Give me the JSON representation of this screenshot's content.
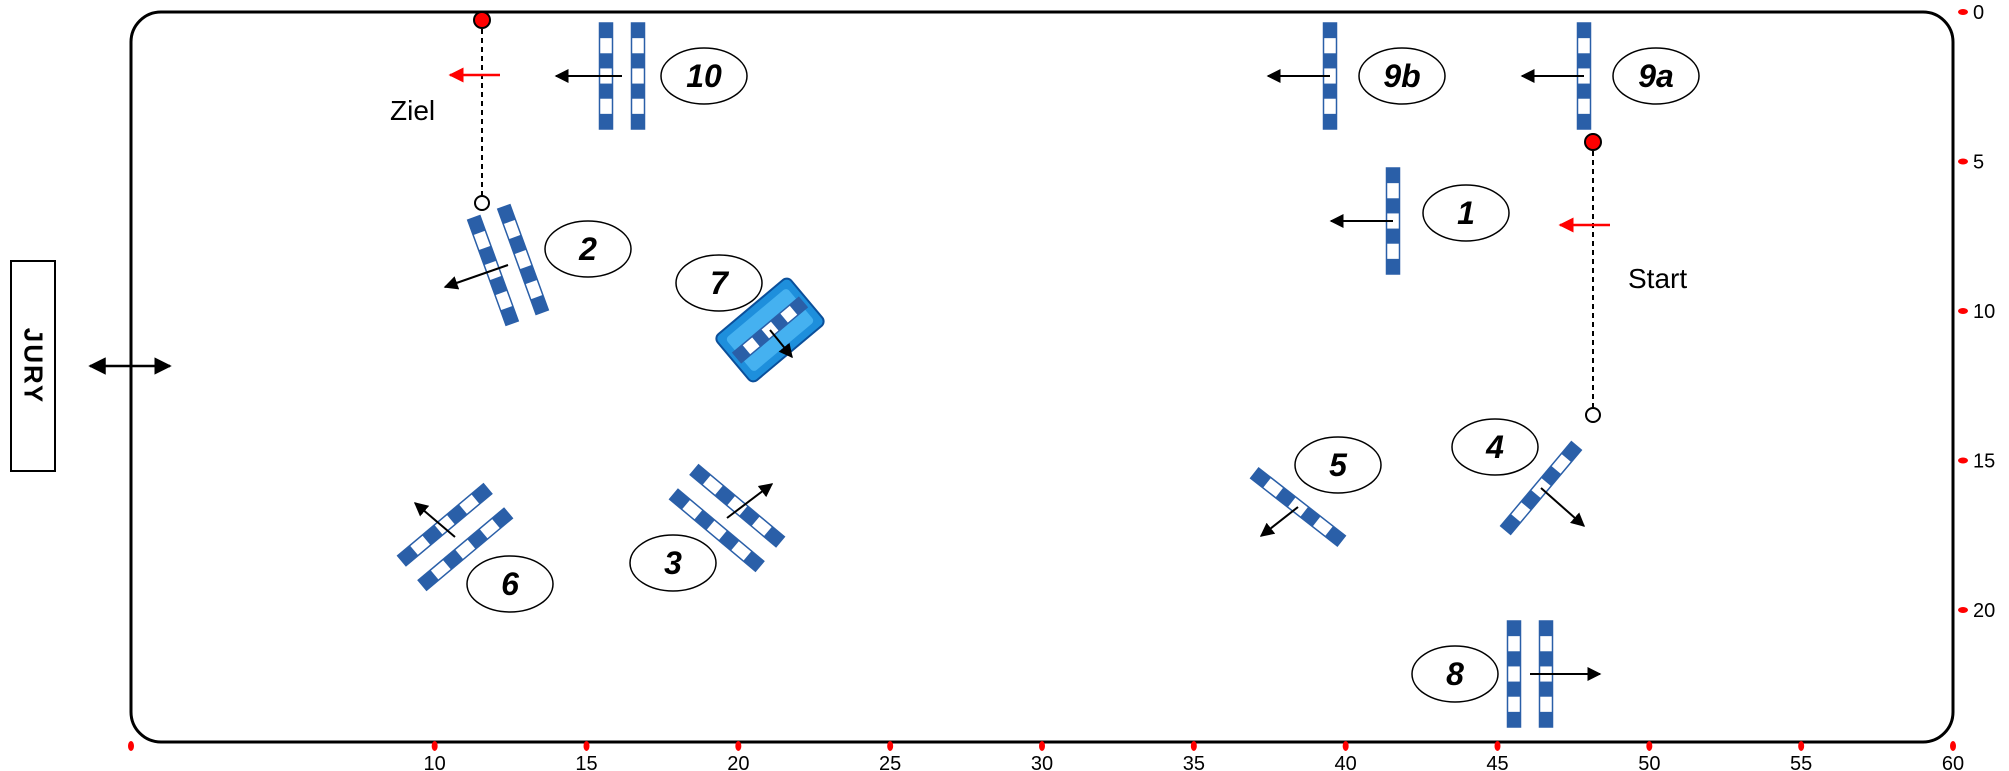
{
  "jury": {
    "label": "JURY"
  },
  "arena": {
    "length_m": 60,
    "width_m": 24
  },
  "labels": {
    "start": "Start",
    "finish": "Ziel"
  },
  "x_axis_ticks": [
    "10",
    "15",
    "20",
    "25",
    "30",
    "35",
    "40",
    "45",
    "50",
    "55",
    "60"
  ],
  "y_axis_ticks": [
    "0",
    "5",
    "10",
    "15",
    "20"
  ],
  "obstacles": [
    {
      "label": "1",
      "type": "vertical"
    },
    {
      "label": "2",
      "type": "oxer"
    },
    {
      "label": "3",
      "type": "oxer"
    },
    {
      "label": "4",
      "type": "vertical"
    },
    {
      "label": "5",
      "type": "vertical"
    },
    {
      "label": "6",
      "type": "oxer"
    },
    {
      "label": "7",
      "type": "water-jump"
    },
    {
      "label": "8",
      "type": "oxer"
    },
    {
      "label": "9a",
      "type": "vertical"
    },
    {
      "label": "9b",
      "type": "vertical"
    },
    {
      "label": "10",
      "type": "oxer"
    }
  ],
  "colors": {
    "pole_blue": "#2a5fa8",
    "water_blue": "#1e8fdc",
    "direction_red": "#ff0000",
    "marker_red": "#ff0000",
    "outline": "#000000"
  }
}
